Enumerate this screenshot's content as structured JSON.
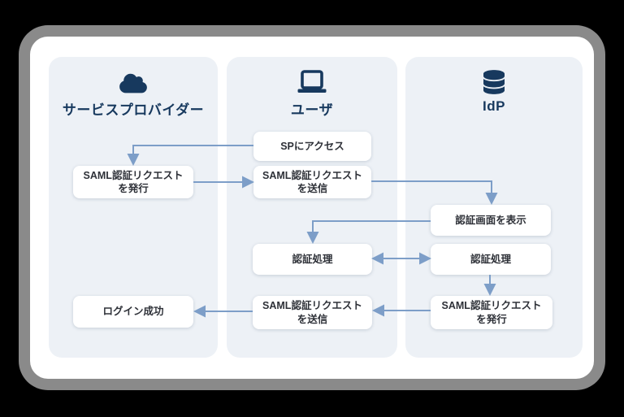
{
  "page": {
    "background": "#000000"
  },
  "frame": {
    "ring_color": "#8a8a8a",
    "card_color": "#ffffff"
  },
  "diagram": {
    "type": "flow-diagram",
    "subject": "SAML authentication flow",
    "columns": [
      {
        "id": "service-provider",
        "title": "サービスプロバイダー",
        "icon": "cloud-icon"
      },
      {
        "id": "user",
        "title": "ユーザ",
        "icon": "laptop-icon"
      },
      {
        "id": "idp",
        "title": "IdP",
        "icon": "database-icon"
      }
    ],
    "nodes": [
      {
        "id": "user-access-sp",
        "column": "user",
        "label": "SPにアクセス"
      },
      {
        "id": "sp-issue-request",
        "column": "service-provider",
        "label": "SAML認証リクエスト\nを発行"
      },
      {
        "id": "user-send-request",
        "column": "user",
        "label": "SAML認証リクエスト\nを送信"
      },
      {
        "id": "idp-show-auth-screen",
        "column": "idp",
        "label": "認証画面を表示"
      },
      {
        "id": "user-auth-process",
        "column": "user",
        "label": "認証処理"
      },
      {
        "id": "idp-auth-process",
        "column": "idp",
        "label": "認証処理"
      },
      {
        "id": "sp-login-success",
        "column": "service-provider",
        "label": "ログイン成功"
      },
      {
        "id": "user-send-response",
        "column": "user",
        "label": "SAML認証リクエスト\nを送信"
      },
      {
        "id": "idp-issue-response",
        "column": "idp",
        "label": "SAML認証リクエスト\nを発行"
      }
    ],
    "edges": [
      {
        "from": "user-access-sp",
        "to": "sp-issue-request",
        "bidirectional": false
      },
      {
        "from": "sp-issue-request",
        "to": "user-send-request",
        "bidirectional": false
      },
      {
        "from": "user-send-request",
        "to": "idp-show-auth-screen",
        "bidirectional": false
      },
      {
        "from": "idp-show-auth-screen",
        "to": "user-auth-process",
        "bidirectional": false
      },
      {
        "from": "user-auth-process",
        "to": "idp-auth-process",
        "bidirectional": true
      },
      {
        "from": "idp-auth-process",
        "to": "idp-issue-response",
        "bidirectional": false
      },
      {
        "from": "idp-issue-response",
        "to": "user-send-response",
        "bidirectional": false
      },
      {
        "from": "user-send-response",
        "to": "sp-login-success",
        "bidirectional": false
      }
    ],
    "colors": {
      "heading": "#17395e",
      "icon": "#17395e",
      "arrow": "#7d9ec8",
      "column_bg": "#edf1f6",
      "node_bg": "#ffffff",
      "node_text": "#2e3138"
    }
  }
}
